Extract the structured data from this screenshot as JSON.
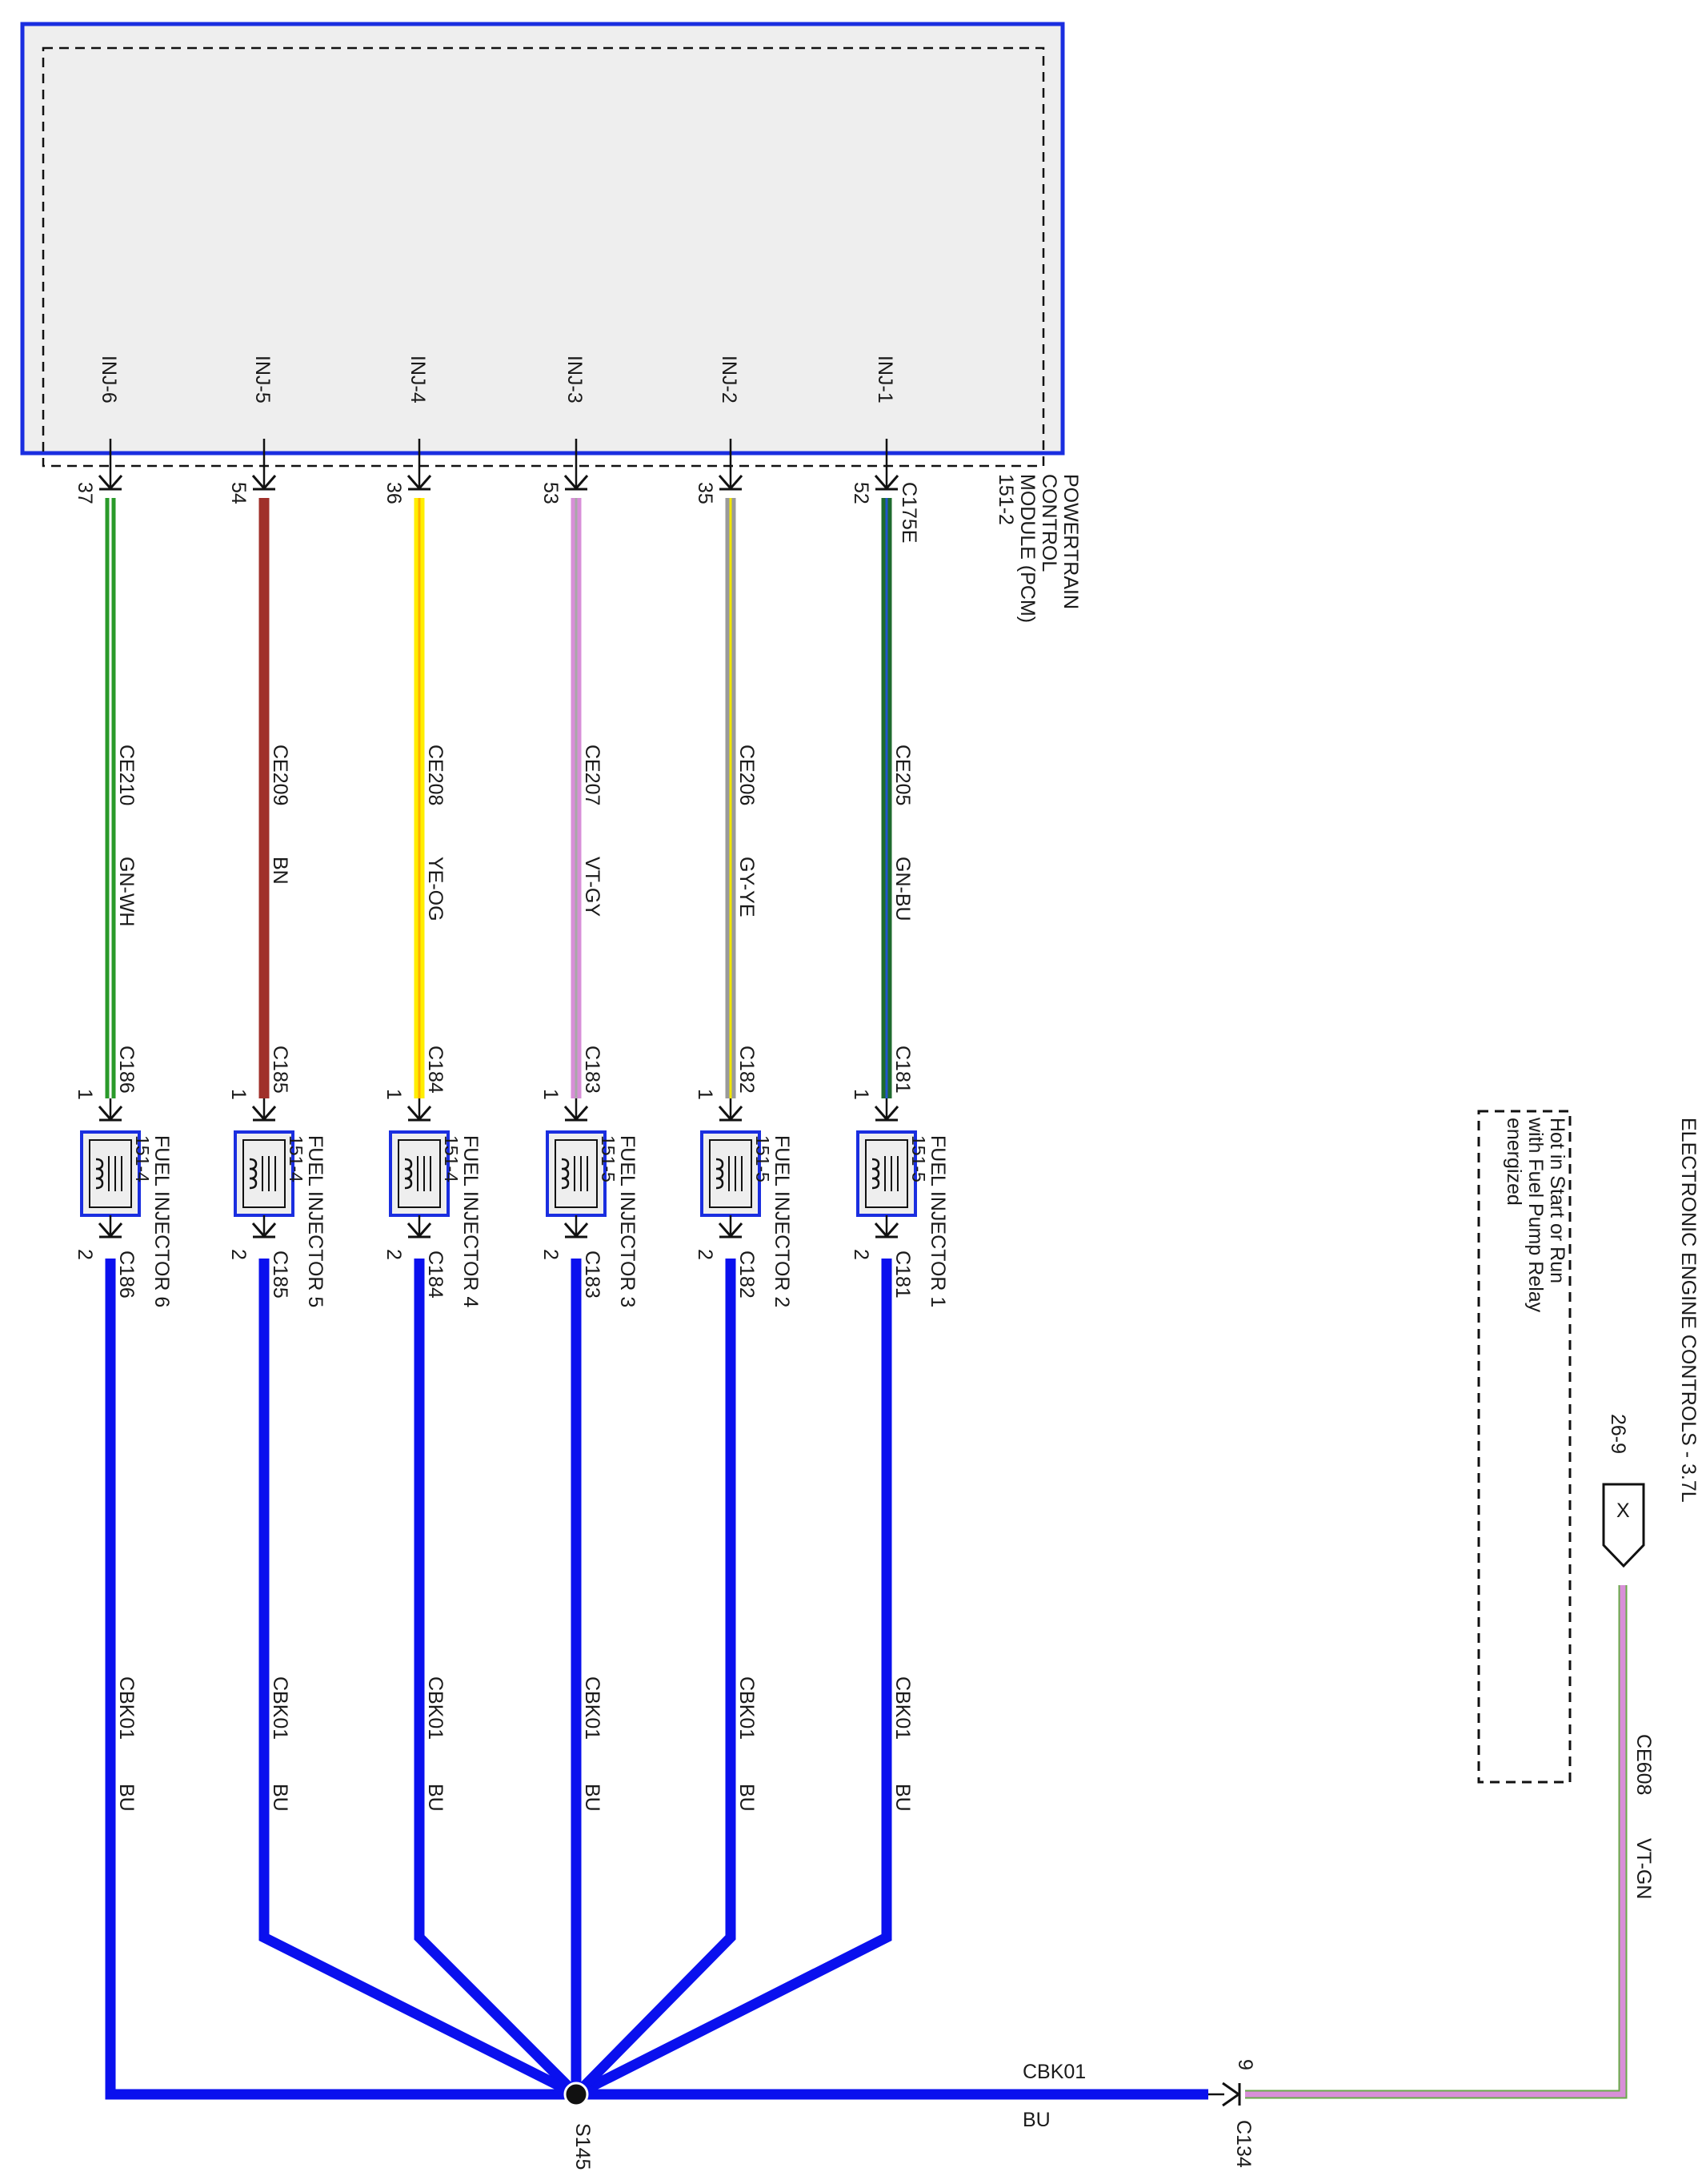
{
  "title": "ELECTRONIC ENGINE CONTROLS - 3.7L",
  "pcm": {
    "name_lines": [
      "POWERTRAIN",
      "CONTROL",
      "MODULE (PCM)",
      "151-2"
    ],
    "connector": "C175E"
  },
  "circuits": [
    {
      "pin_label": "INJ-1",
      "pcm_pin": "52",
      "circuit": "CE205",
      "color_code": "GN-BU",
      "wire_base": "#1f6b2e",
      "wire_stripe": "#2255cc",
      "conn": "C181",
      "inj_pin_top": "1",
      "inj_pin_bot": "2",
      "injector_name": "FUEL INJECTOR 1",
      "injector_page": "151-5",
      "ground_circuit": "CBK01",
      "ground_color": "BU"
    },
    {
      "pin_label": "INJ-2",
      "pcm_pin": "35",
      "circuit": "CE206",
      "color_code": "GY-YE",
      "wire_base": "#9a9a9a",
      "wire_stripe": "#f2e600",
      "conn": "C182",
      "inj_pin_top": "1",
      "inj_pin_bot": "2",
      "injector_name": "FUEL INJECTOR 2",
      "injector_page": "151-5",
      "ground_circuit": "CBK01",
      "ground_color": "BU"
    },
    {
      "pin_label": "INJ-3",
      "pcm_pin": "53",
      "circuit": "CE207",
      "color_code": "VT-GY",
      "wire_base": "#d88fd8",
      "wire_stripe": "#a8a8a8",
      "conn": "C183",
      "inj_pin_top": "1",
      "inj_pin_bot": "2",
      "injector_name": "FUEL INJECTOR 3",
      "injector_page": "151-5",
      "ground_circuit": "CBK01",
      "ground_color": "BU"
    },
    {
      "pin_label": "INJ-4",
      "pcm_pin": "36",
      "circuit": "CE208",
      "color_code": "YE-OG",
      "wire_base": "#ffee00",
      "wire_stripe": "#ffb000",
      "conn": "C184",
      "inj_pin_top": "1",
      "inj_pin_bot": "2",
      "injector_name": "FUEL INJECTOR 4",
      "injector_page": "151-4",
      "ground_circuit": "CBK01",
      "ground_color": "BU"
    },
    {
      "pin_label": "INJ-5",
      "pcm_pin": "54",
      "circuit": "CE209",
      "color_code": "BN",
      "wire_base": "#a0302a",
      "wire_stripe": "#a0302a",
      "conn": "C185",
      "inj_pin_top": "1",
      "inj_pin_bot": "2",
      "injector_name": "FUEL INJECTOR 5",
      "injector_page": "151-4",
      "ground_circuit": "CBK01",
      "ground_color": "BU"
    },
    {
      "pin_label": "INJ-6",
      "pcm_pin": "37",
      "circuit": "CE210",
      "color_code": "GN-WH",
      "wire_base": "#2a9a2a",
      "wire_stripe": "#ffffff",
      "conn": "C186",
      "inj_pin_top": "1",
      "inj_pin_bot": "2",
      "injector_name": "FUEL INJECTOR 6",
      "injector_page": "151-4",
      "ground_circuit": "CBK01",
      "ground_color": "BU"
    }
  ],
  "splice": {
    "name": "S145"
  },
  "bus": {
    "circuit": "CBK01",
    "color_code": "BU",
    "connector": "C134",
    "pin": "9"
  },
  "feed": {
    "circuit": "CE608",
    "color_code": "VT-GN",
    "ref": "26-9",
    "symbol": "X",
    "note_lines": [
      "Hot in Start or Run",
      "with Fuel Pump Relay",
      "energized"
    ]
  },
  "colors": {
    "bus_blue": "#0a10ee",
    "module_border": "#1a2ee0",
    "module_fill": "#eeeeee",
    "feed_base": "#d88fd8",
    "feed_stripe": "#6aaa4a"
  }
}
